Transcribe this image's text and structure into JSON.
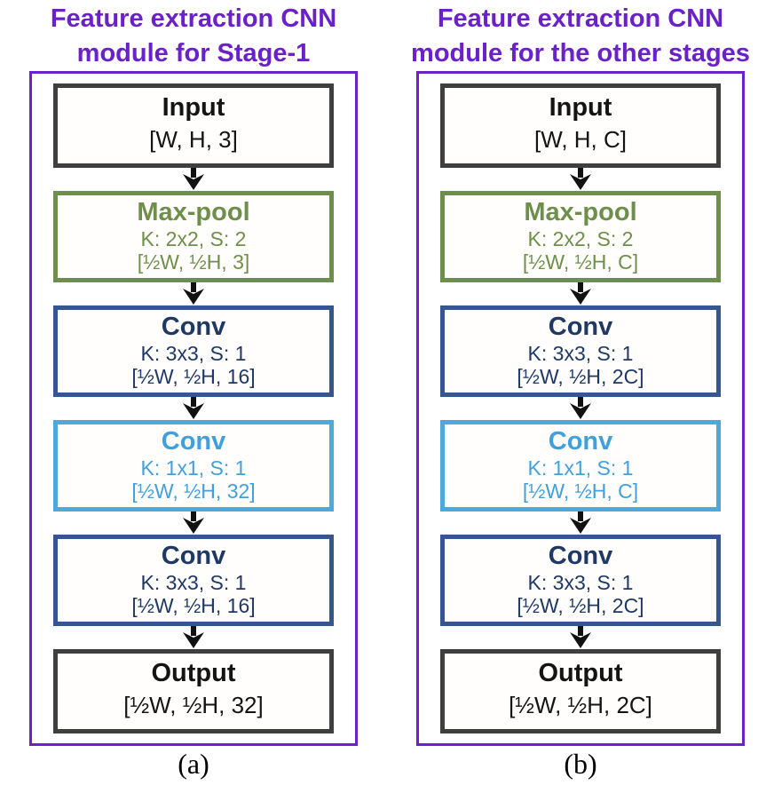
{
  "colors": {
    "title_purple": "#6A21C7",
    "panel_border_purple": "#6A21C7",
    "io_border_gray": "#3F3F3F",
    "maxpool_green": "#6E8F4B",
    "conv_dark_blue_border": "#35568E",
    "conv_dark_blue_text": "#1F3864",
    "conv_light_blue_border": "#4FA8DC",
    "conv_light_blue_text": "#41A0DC",
    "arrow_black": "#111111"
  },
  "columns": [
    {
      "title_line1": "Feature extraction CNN",
      "title_line2": "module for Stage-1",
      "caption": "(a)",
      "blocks": [
        {
          "name": "Input",
          "lines": [
            "[W, H, 3]"
          ]
        },
        {
          "name": "Max-pool",
          "lines": [
            "K: 2x2, S: 2",
            "[½W, ½H, 3]"
          ]
        },
        {
          "name": "Conv",
          "lines": [
            "K: 3x3, S: 1",
            "[½W, ½H, 16]"
          ]
        },
        {
          "name": "Conv",
          "lines": [
            "K: 1x1, S: 1",
            "[½W, ½H, 32]"
          ]
        },
        {
          "name": "Conv",
          "lines": [
            "K: 3x3, S: 1",
            "[½W, ½H, 16]"
          ]
        },
        {
          "name": "Output",
          "lines": [
            "[½W, ½H, 32]"
          ]
        }
      ]
    },
    {
      "title_line1": "Feature extraction CNN",
      "title_line2": "module for the other stages",
      "caption": "(b)",
      "blocks": [
        {
          "name": "Input",
          "lines": [
            "[W, H, C]"
          ]
        },
        {
          "name": "Max-pool",
          "lines": [
            "K: 2x2, S: 2",
            "[½W, ½H, C]"
          ]
        },
        {
          "name": "Conv",
          "lines": [
            "K: 3x3, S: 1",
            "[½W, ½H, 2C]"
          ]
        },
        {
          "name": "Conv",
          "lines": [
            "K: 1x1, S: 1",
            "[½W, ½H, C]"
          ]
        },
        {
          "name": "Conv",
          "lines": [
            "K: 3x3, S: 1",
            "[½W, ½H, 2C]"
          ]
        },
        {
          "name": "Output",
          "lines": [
            "[½W, ½H, 2C]"
          ]
        }
      ]
    }
  ]
}
